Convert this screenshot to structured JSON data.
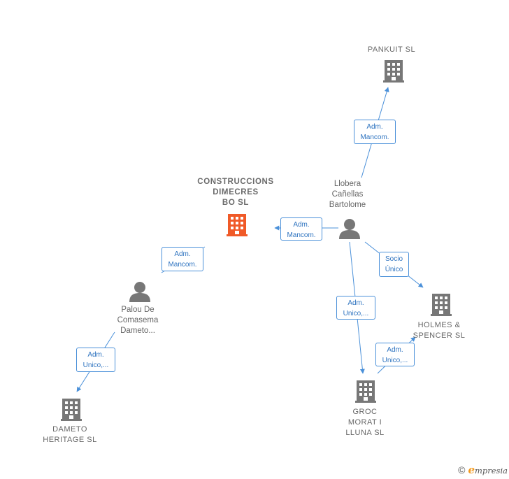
{
  "nodes": {
    "pankuit": {
      "label": "PANKUIT  SL",
      "type": "company",
      "color": "#777777"
    },
    "construccions": {
      "label": "CONSTRUCCIONS\nDIMECRES\nBO  SL",
      "type": "company",
      "color": "#f05a28"
    },
    "llobera": {
      "label": "Llobera\nCañellas\nBartolome",
      "type": "person",
      "color": "#777777"
    },
    "palou": {
      "label": "Palou De\nComasema\nDameto...",
      "type": "person",
      "color": "#777777"
    },
    "holmes": {
      "label": "HOLMES &\nSPENCER  SL",
      "type": "company",
      "color": "#777777"
    },
    "groc": {
      "label": "GROC\nMORAT I\nLLUNA  SL",
      "type": "company",
      "color": "#777777"
    },
    "dameto": {
      "label": "DAMETO\nHERITAGE  SL",
      "type": "company",
      "color": "#777777"
    }
  },
  "edges": {
    "llobera_pankuit": "Adm.\nMancom.",
    "llobera_construccions": "Adm.\nMancom.",
    "palou_construccions": "Adm.\nMancom.",
    "llobera_holmes": "Socio\nÚnico",
    "llobera_groc": "Adm.\nUnico,...",
    "groc_holmes": "Adm.\nUnico,...",
    "palou_dameto": "Adm.\nUnico,..."
  },
  "colors": {
    "edge": "#4a90d9",
    "icon_gray": "#777777",
    "icon_accent": "#f05a28"
  },
  "footer": {
    "copyright": "©",
    "brand_initial": "e",
    "brand_rest": "mpresia"
  }
}
